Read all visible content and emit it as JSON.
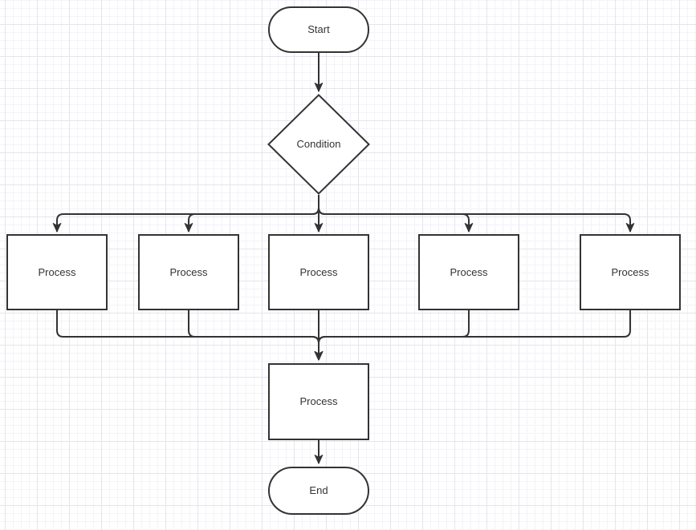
{
  "canvas": {
    "background": "#ffffff",
    "grid_minor_color": "#f3f3f9",
    "grid_major_color": "#e4e5ee"
  },
  "diagram": {
    "stroke_color": "#333333",
    "fill_color": "#ffffff",
    "text_color": "#333333",
    "nodes": [
      {
        "id": "start",
        "shape": "terminator",
        "label": "Start"
      },
      {
        "id": "condition",
        "shape": "decision",
        "label": "Condition"
      },
      {
        "id": "process-1",
        "shape": "process",
        "label": "Process"
      },
      {
        "id": "process-2",
        "shape": "process",
        "label": "Process"
      },
      {
        "id": "process-3",
        "shape": "process",
        "label": "Process"
      },
      {
        "id": "process-4",
        "shape": "process",
        "label": "Process"
      },
      {
        "id": "process-5",
        "shape": "process",
        "label": "Process"
      },
      {
        "id": "process-merge",
        "shape": "process",
        "label": "Process"
      },
      {
        "id": "end",
        "shape": "terminator",
        "label": "End"
      }
    ]
  }
}
